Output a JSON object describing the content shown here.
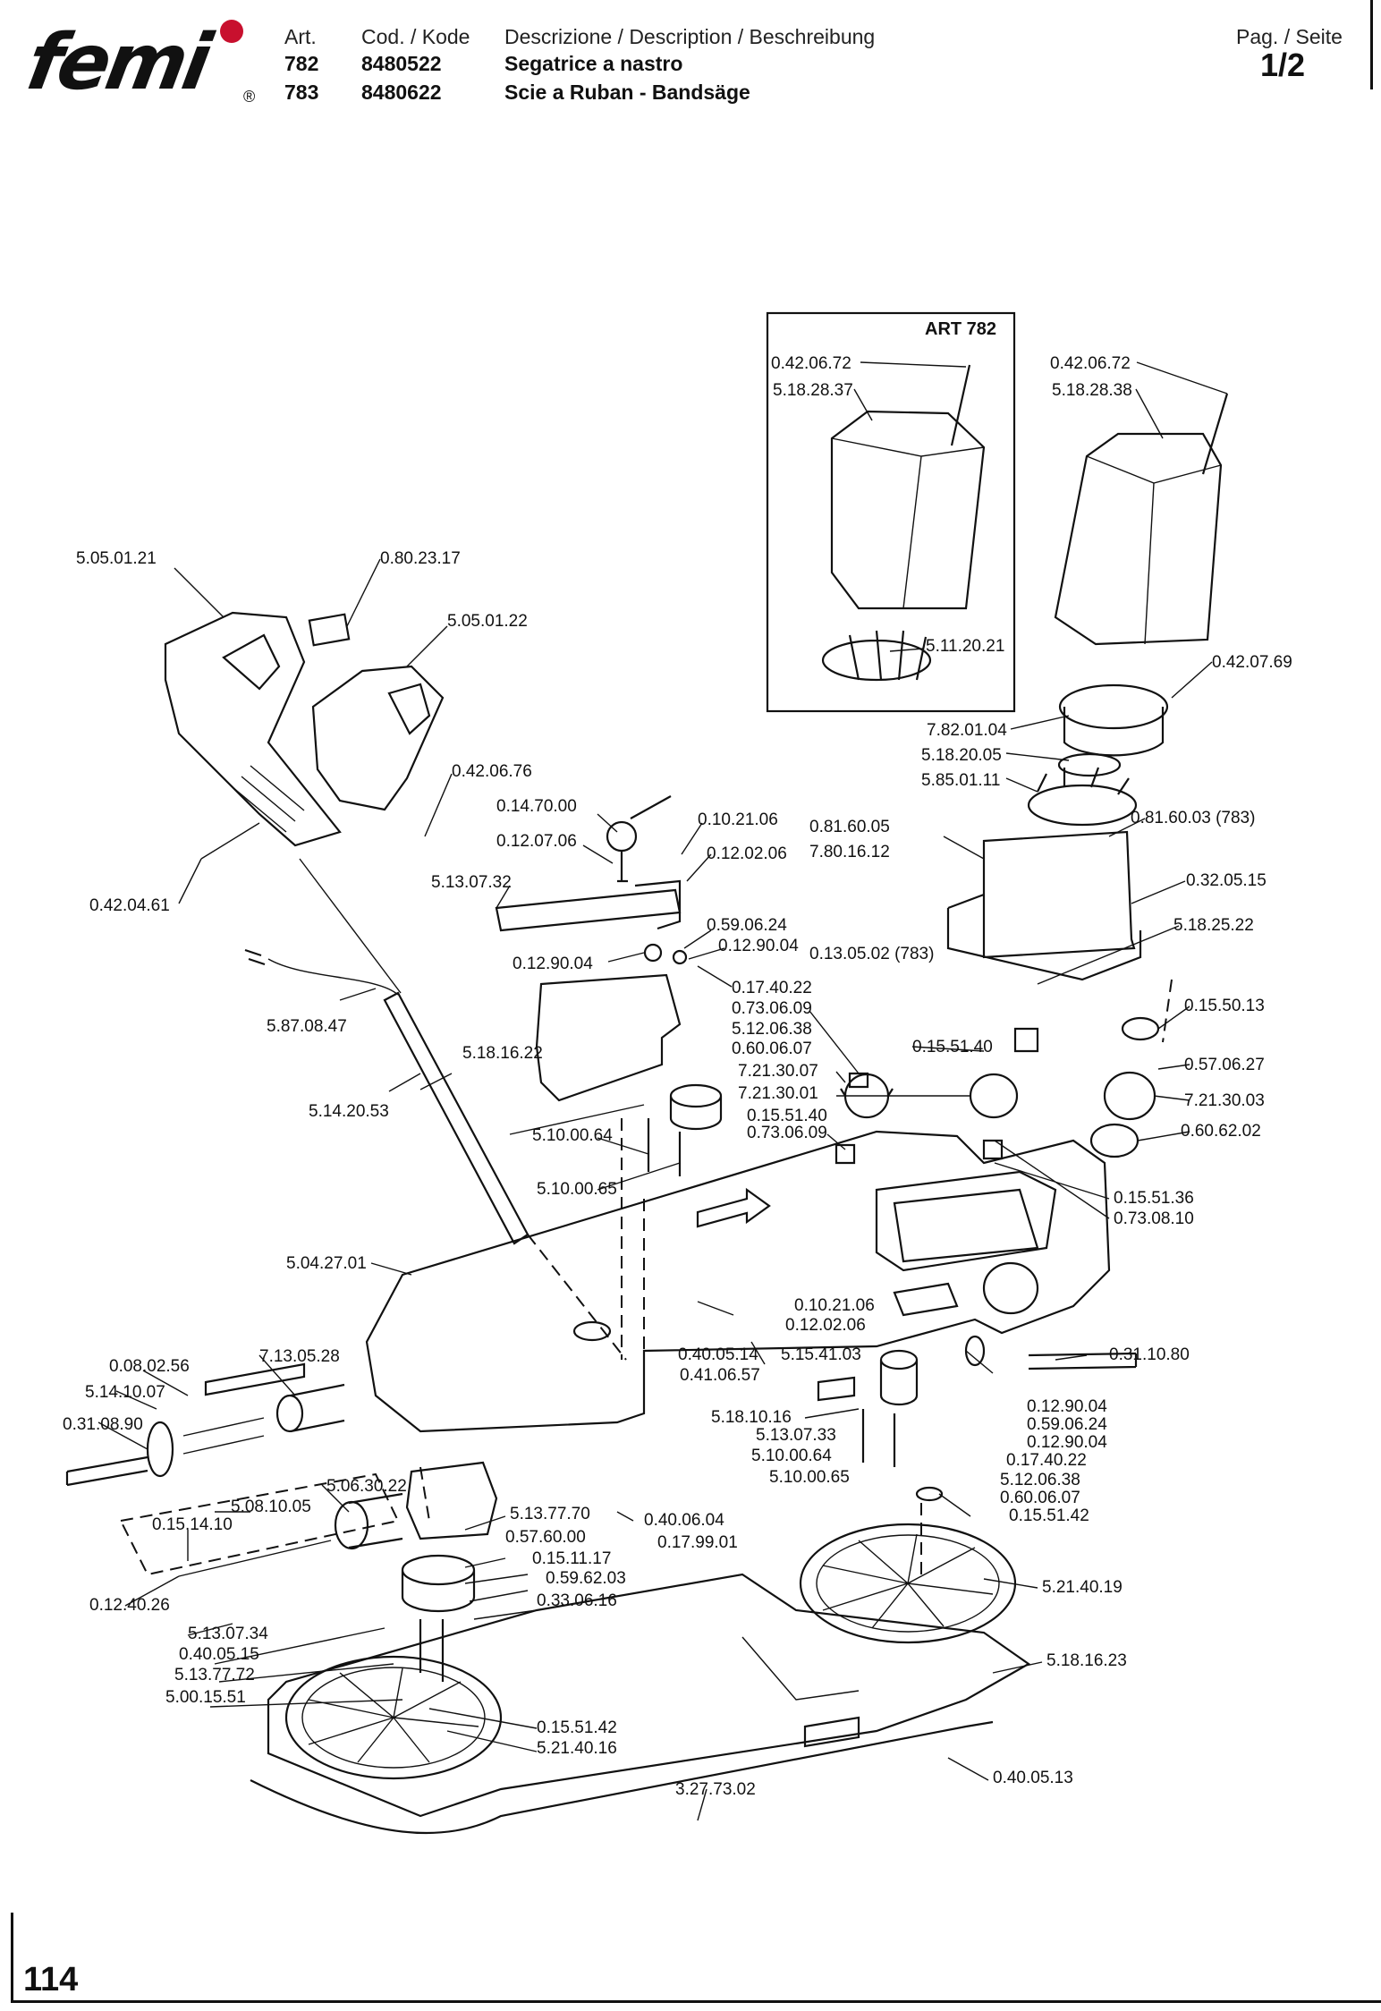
{
  "header": {
    "art_label": "Art.",
    "code_label": "Cod. / Kode",
    "desc_label": "Descrizione / Description / Beschreibung",
    "page_label": "Pag. / Seite",
    "rows": [
      {
        "art": "782",
        "code": "8480522",
        "desc": "Segatrice a nastro"
      },
      {
        "art": "783",
        "code": "8480622",
        "desc": "Scie a Ruban - Bandsäge"
      }
    ],
    "page": "1/2"
  },
  "logo": {
    "text": "femi",
    "reg": "®",
    "dot_color": "#c8102e"
  },
  "footer": {
    "page_number": "114"
  },
  "diagram": {
    "inset_title": "ART 782",
    "labels": [
      "0.42.06.72",
      "5.18.28.37",
      "0.42.06.72",
      "5.18.28.38",
      "5.11.20.21",
      "0.42.07.69",
      "7.82.01.04",
      "5.18.20.05",
      "5.85.01.11",
      "0.81.60.05",
      "7.80.16.12",
      "0.81.60.03 (783)",
      "0.32.05.15",
      "0.13.05.02 (783)",
      "5.18.25.22",
      "0.15.50.13",
      "0.57.06.27",
      "7.21.30.03",
      "0.60.62.02",
      "5.05.01.21",
      "0.80.23.17",
      "5.05.01.22",
      "0.42.06.76",
      "0.14.70.00",
      "0.10.21.06",
      "0.12.07.06",
      "0.12.02.06",
      "5.13.07.32",
      "0.42.04.61",
      "0.59.06.24",
      "0.12.90.04",
      "0.12.90.04",
      "0.17.40.22",
      "0.73.06.09",
      "5.12.06.38",
      "0.60.06.07",
      "7.21.30.07",
      "7.21.30.01",
      "0.15.51.40",
      "0.73.06.09",
      "0.15.51.40",
      "5.87.08.47",
      "5.18.16.22",
      "5.14.20.53",
      "5.10.00.64",
      "5.10.00.65",
      "0.15.51.36",
      "0.73.08.10",
      "5.04.27.01",
      "0.10.21.06",
      "0.12.02.06",
      "0.40.05.14",
      "5.15.41.03",
      "0.41.06.57",
      "0.31.10.80",
      "7.13.05.28",
      "0.08.02.56",
      "5.14.10.07",
      "0.31.08.90",
      "5.18.10.16",
      "5.13.07.33",
      "5.10.00.64",
      "5.10.00.65",
      "0.12.90.04",
      "0.59.06.24",
      "0.12.90.04",
      "0.17.40.22",
      "5.12.06.38",
      "0.60.06.07",
      "0.15.51.42",
      "5.06.30.22",
      "5.08.10.05",
      "0.15.14.10",
      "5.13.77.70",
      "0.57.60.00",
      "0.15.11.17",
      "0.59.62.03",
      "0.33.06.16",
      "0.40.06.04",
      "0.17.99.01",
      "0.12.40.26",
      "5.13.07.34",
      "0.40.05.15",
      "5.13.77.72",
      "5.00.15.51",
      "0.15.51.42",
      "5.21.40.16",
      "5.21.40.19",
      "5.18.16.23",
      "3.27.73.02",
      "0.40.05.13"
    ]
  }
}
